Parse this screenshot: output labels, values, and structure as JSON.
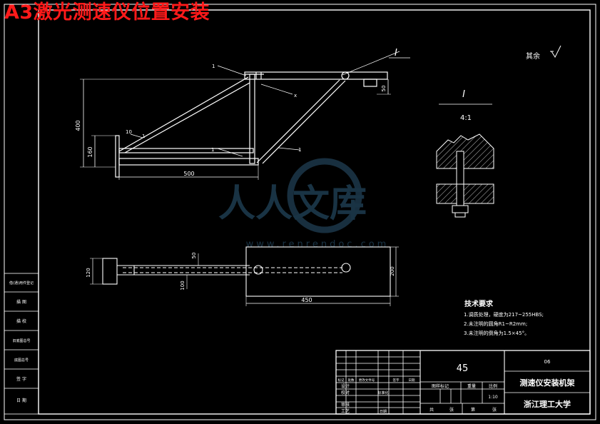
{
  "title": "A3激光测速仪位置安装",
  "watermark": {
    "main": "人人文库",
    "url": "www.renrendoc.com"
  },
  "roughness": "其余",
  "detail_view": {
    "label_top": "I",
    "label": "I",
    "scale": "4:1"
  },
  "callouts": {
    "detail_marker": "I",
    "part_a": "1",
    "part_b": "x",
    "part_c": "1",
    "part_d": "1",
    "part_e": "1"
  },
  "dimensions": {
    "height_400": "400",
    "height_160": "160",
    "width_500": "500",
    "small_10": "10",
    "side_50": "50",
    "plate_width_450": "450",
    "plate_height_200": "200",
    "spacing_50": "50",
    "spacing_100": "100",
    "sensor_120": "120"
  },
  "tech_requirements": {
    "heading": "技术要求",
    "items": [
      "1.调质处理，硬度为217~255HBS;",
      "2.未注明的圆角R1~R2mm;",
      "3.未注明的倒角为1.5×45°。"
    ]
  },
  "left_strip": [
    "借(通)用件登记",
    "描 图",
    "描 校",
    "旧底图总号",
    "底图总号",
    "签 字",
    "日 期"
  ],
  "title_block": {
    "material": "45",
    "drawing_no": "06",
    "part_name": "测速仪安装机架",
    "school": "浙江理工大学",
    "scale_label": "比例",
    "scale_value": "1:10",
    "stage_label": "图样标记",
    "weight_label": "重量",
    "total_label": "共",
    "sheet_label": "张",
    "page_label": "第",
    "page_sheet_label": "张",
    "rev_headers": [
      "标记",
      "处数",
      "更改文件号",
      "签字",
      "日期"
    ],
    "roles": [
      "设计",
      "校对",
      "审核",
      "工艺"
    ],
    "std_label": "标准化",
    "approve_label": "日期"
  }
}
